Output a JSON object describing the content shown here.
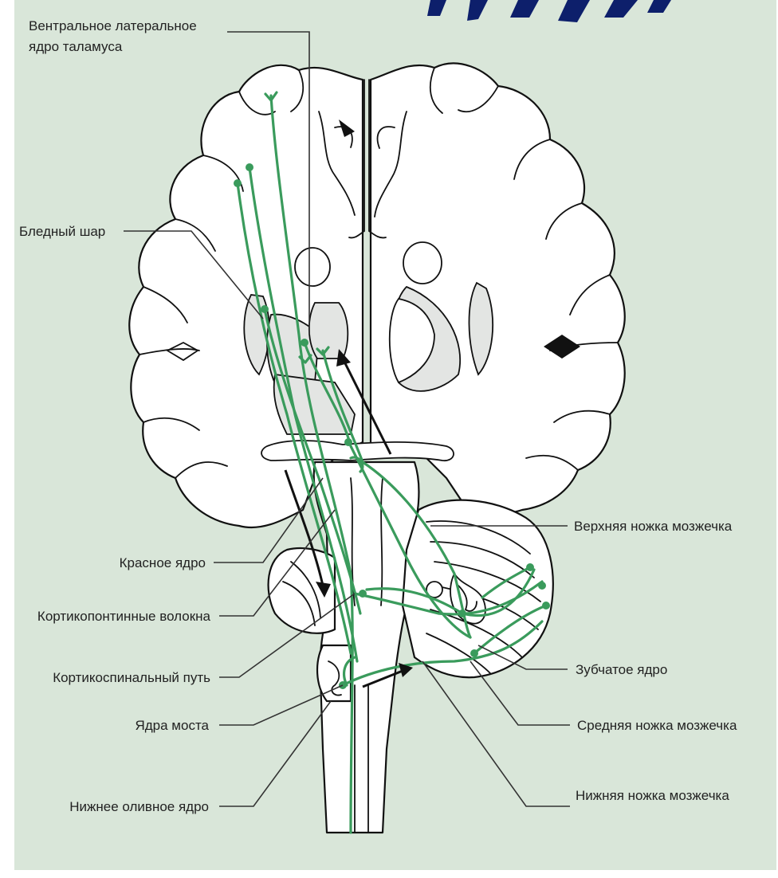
{
  "labels": {
    "ventral_lateral_nucleus": "Вентральное латеральное",
    "ventral_lateral_nucleus_line2": "ядро таламуса",
    "globus_pallidus": "Бледный шар",
    "superior_cerebellar_peduncle": "Верхняя ножка мозжечка",
    "red_nucleus": "Красное ядро",
    "corticopontine_fibers": "Кортикопонтинные волокна",
    "corticospinal_tract": "Кортикоспинальный путь",
    "dentate_nucleus": "Зубчатое ядро",
    "pontine_nuclei": "Ядра моста",
    "middle_cerebellar_peduncle": "Средняя ножка мозжечка",
    "inferior_olivary_nucleus": "Нижнее оливное ядро",
    "inferior_cerebellar_peduncle": "Нижняя ножка мозжечка"
  },
  "colors": {
    "background": "#d9e6d9",
    "tract": "#3a9b5c",
    "title_fragment": "#0d1f6b"
  }
}
